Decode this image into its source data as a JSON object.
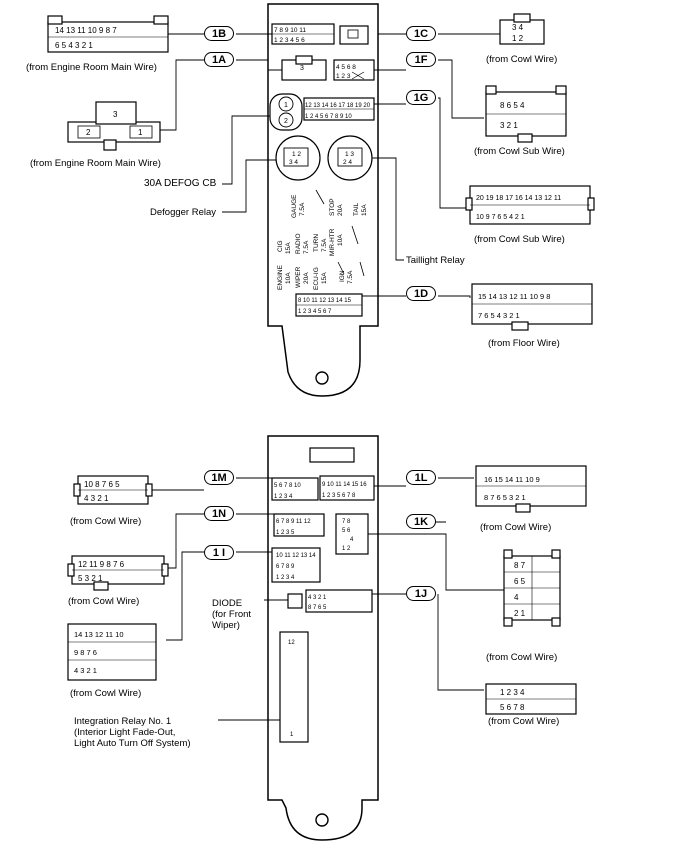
{
  "tags": {
    "1B": "1B",
    "1C": "1C",
    "1A": "1A",
    "1F": "1F",
    "1G": "1G",
    "1D": "1D",
    "1M": "1M",
    "1L": "1L",
    "1N": "1N",
    "1K": "1K",
    "1I": "1 I",
    "1J": "1J"
  },
  "captions": {
    "engine_room_main_1": "(from Engine Room Main Wire)",
    "engine_room_main_2": "(from Engine Room Main Wire)",
    "cowl_1C": "(from Cowl Wire)",
    "cowl_sub_1F": "(from Cowl Sub Wire)",
    "cowl_sub_1G": "(from Cowl Sub Wire)",
    "floor_1D": "(from Floor Wire)",
    "cowl_1M": "(from Cowl Wire)",
    "cowl_1L": "(from Cowl Wire)",
    "cowl_1N": "(from Cowl Wire)",
    "cowl_1K": "(from Cowl Wire)",
    "cowl_1I": "(from Cowl Wire)",
    "cowl_1J": "(from Cowl Wire)"
  },
  "labels": {
    "defog_cb": "30A DEFOG CB",
    "defogger_relay": "Defogger Relay",
    "taillight_relay": "Taillight Relay",
    "diode": "DIODE\n(for Front\nWiper)",
    "integration_relay": "Integration Relay No. 1\n(Interior Light Fade-Out,\nLight Auto Turn Off System)"
  },
  "fuses": {
    "gauge": "GAUGE",
    "gauge_a": "7.5A",
    "stop": "STOP",
    "stop_a": "20A",
    "tail": "TAIL",
    "tail_a": "15A",
    "cig": "CIG",
    "cig_a": "15A",
    "radio": "RADIO",
    "radio_a": "7.5A",
    "turn": "TURN",
    "turn_a": "7.5A",
    "mirhtr": "MIR-HTR",
    "mirhtr_a": "10A",
    "engine": "ENGINE",
    "engine_a": "10A",
    "wiper": "WIPER",
    "wiper_a": "20A",
    "ecuig": "ECU-IG",
    "ecuig_a": "15A",
    "ign": "IGN",
    "ign_a": "7.5A"
  },
  "connectors": {
    "c1B": {
      "top": "14 13  11 10  9 8   7",
      "bot": "6   5 4        3 2 1"
    },
    "c1C": {
      "top": "3  4",
      "bot": "1 2"
    },
    "c1A": {
      "top": "3",
      "left": "2",
      "right": "1"
    },
    "c1F": {
      "top": "8     6 5 4",
      "bot": "3       2 1"
    },
    "c1G": {
      "top": "20 19 18 17 16   14 13 12 11",
      "bot": "10 9  7 6        5 4  2 1"
    },
    "c1D": {
      "top": "15 14 13  12  11 10 9 8",
      "bot": "7 6 5         4 3 2 1"
    },
    "c1M": {
      "top": "10   8 7 6 5",
      "bot": "4 3    2 1"
    },
    "c1L": {
      "top": "16 15 14    11 10 9",
      "bot": "8 7 6 5    3 2 1"
    },
    "c1N": {
      "top": "12 11  9 8 7 6",
      "bot": "5          3 2 1"
    },
    "c1K": {
      "r1": "8   7",
      "r2": "6   5",
      "r3": "4",
      "r4": "2   1"
    },
    "c1I": {
      "r1": "14 13   12   11 10",
      "r2": "9 8       7      6",
      "r3": "4 3             2 1"
    },
    "c1J": {
      "top": "1  2  3  4",
      "bot": "5  6  7  8"
    },
    "relay_num": {
      "a": "1",
      "b": "2"
    },
    "box_top_1B": "7 8 9 10 11",
    "box_bot_1B": "1 2 3      4 5 6",
    "box_top_1G": "12 13 14   16 17 18 19 20",
    "box_bot_1G": "1 2   4 5       6 7  8 9 10",
    "box_top_1D": "8   10 11 12 13 14 15",
    "box_bot_1D": "1 2 3 4         5 6 7"
  }
}
